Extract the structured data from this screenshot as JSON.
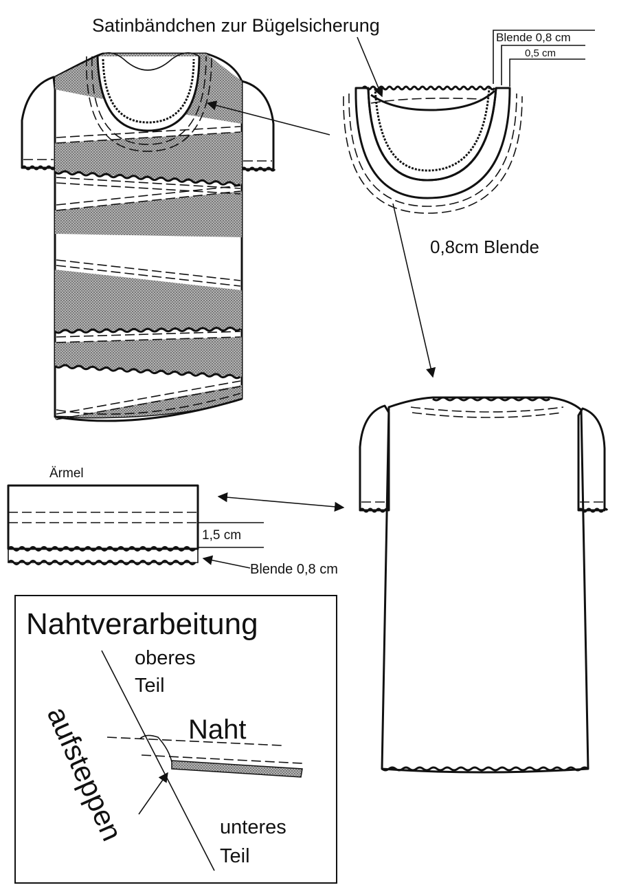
{
  "labels": {
    "top_note": "Satinbändchen zur Bügelsicherung",
    "neck_facing_outer": "Blende 0,8 cm",
    "neck_facing_inner": "0,5 cm",
    "facing_label": "0,8cm Blende",
    "sleeve_title": "Ärmel",
    "sleeve_measure": "1,5 cm",
    "sleeve_facing": "Blende 0,8 cm"
  },
  "seam_box": {
    "title": "Nahtverarbeitung",
    "upper_line1": "oberes",
    "upper_line2": "Teil",
    "seam": "Naht",
    "topstitch": "aufsteppen",
    "lower_line1": "unteres",
    "lower_line2": "Teil"
  },
  "colors": {
    "ink": "#111111",
    "stipple_fill": "#9a9a9a",
    "paper": "#ffffff"
  }
}
